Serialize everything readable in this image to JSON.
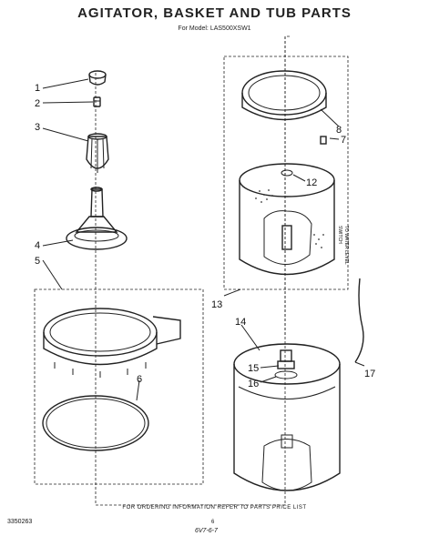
{
  "header": {
    "title": "AGITATOR, BASKET AND TUB PARTS",
    "subtitle": "For Model: LAS500XSW1"
  },
  "callouts": [
    "1",
    "2",
    "3",
    "4",
    "5",
    "6",
    "7",
    "8",
    "12",
    "13",
    "14",
    "15",
    "16",
    "17"
  ],
  "side_label": {
    "line1": "TO WATER LEVEL",
    "line2": "SWITCH"
  },
  "footer": {
    "note": "FOR ORDERING INFORMATION REFER TO PARTS PRICE LIST",
    "doc_number": "3350263",
    "page_number": "6",
    "form_code": "6V7-6-7"
  }
}
